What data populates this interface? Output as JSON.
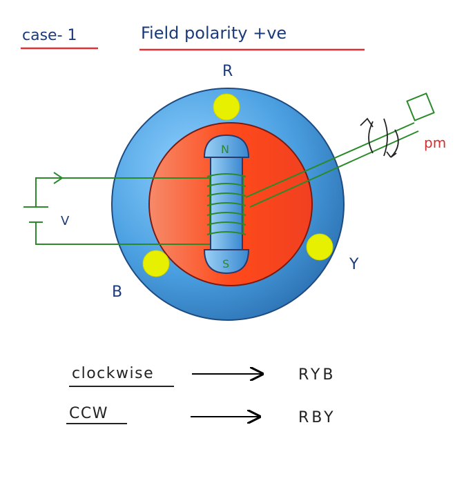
{
  "header": {
    "case_label": "case- 1",
    "title": "Field polarity +ve"
  },
  "phases": {
    "r": "R",
    "y": "Y",
    "b": "B"
  },
  "poles": {
    "north": "N",
    "south": "S"
  },
  "supply_label": "V",
  "prime_mover_label": "pm",
  "rotation": [
    {
      "direction": "clockwise",
      "sequence": "RYB"
    },
    {
      "direction": "CCW",
      "sequence": "RBY"
    }
  ],
  "colors": {
    "stator_outer": "#3a8ed4",
    "rotor": "#f25a2c",
    "phase_dot": "#e6f000",
    "winding": "#2a8a2a",
    "title_underline": "#e03030",
    "pm_label": "#d03030",
    "text_blue": "#1a3a7a"
  }
}
